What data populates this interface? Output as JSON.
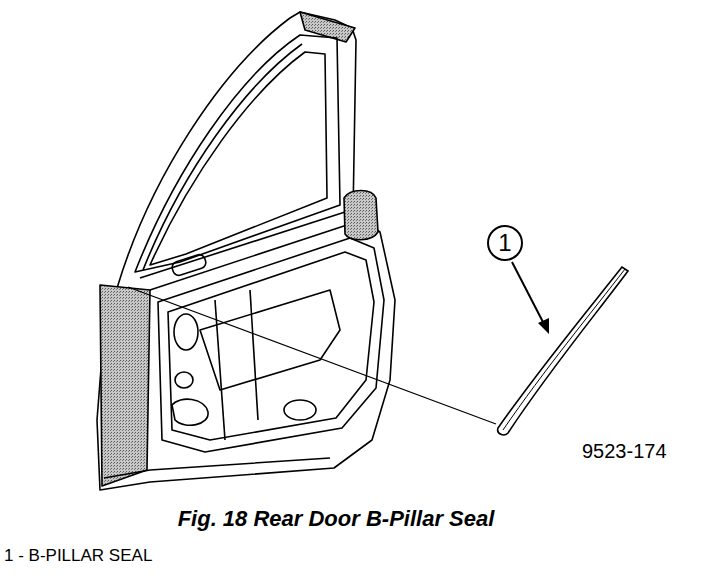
{
  "diagram": {
    "caption": "Fig. 18 Rear Door B-Pillar Seal",
    "nodes": [
      {
        "text": [
          "1"
        ]
      }
    ],
    "labels": [
      "9523-174",
      "1 - B-PILLAR SEAL"
    ]
  }
}
